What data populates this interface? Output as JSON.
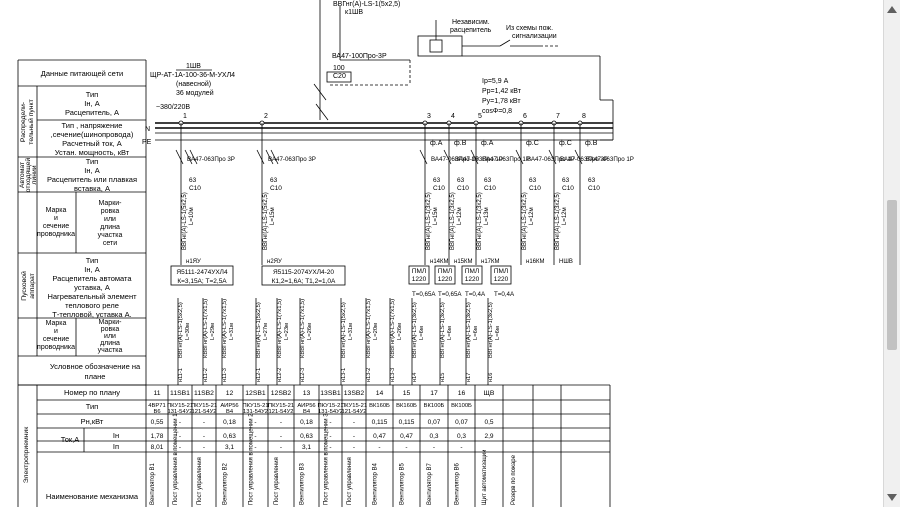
{
  "colors": {
    "line": "#000000",
    "scroll_track": "#f0f0f0",
    "scroll_thumb": "#c2c2c2"
  },
  "top": {
    "cable_in": "ВВГнг(А)-LS-1(5х2,5)",
    "cable_in_sub": "к1ШВ",
    "breaker_in": "ВА47-100Про-3Р",
    "breaker_in_rating": "100",
    "breaker_in_curve": "С20",
    "indep_release_1": "Независим.",
    "indep_release_2": "расцепитель",
    "fire_1": "Из схемы пож.",
    "fire_2": "сигнализации"
  },
  "panel": {
    "id": "1ШВ",
    "type": "ЩР-АТ-1А-100-36-М-УХЛ4",
    "mount": "(навесной)",
    "modules": "36 модулей",
    "voltage": "~380/220В",
    "bus_n": "N",
    "bus_pe": "PE"
  },
  "loads": {
    "ip": "Ip=5,9 А",
    "pp": "Pp=1,42 кВт",
    "py": "Py=1,78 кВт",
    "cos": "cosФ=0,8"
  },
  "left_rows": {
    "supply": "Данные питающей сети",
    "dist_title_1": "Распредели-",
    "dist_title_2": "тельный пункт",
    "dist_lines": [
      "Тип",
      "Iн, А",
      "Расцепитель, А"
    ],
    "bus_lines": [
      "Тип , напряжение",
      ",сечение(шинопровода)",
      "Расчетный ток, А",
      "Устан. мощность, кВт"
    ],
    "auto_title_1": "Автомат",
    "auto_title_2": "отходящей",
    "auto_title_3": "линии",
    "auto_lines": [
      "Тип",
      "Iн, А",
      "Расцепитель или плавкая",
      "вставка, А"
    ],
    "mark_1": "Марка",
    "mark_2": "и",
    "mark_3": "сечение",
    "mark_4": "проводника",
    "mark_sub_1": "Марки-",
    "mark_sub_2": "ровка",
    "mark_sub_3": "или",
    "mark_sub_4": "длина",
    "mark_sub_5": "участка",
    "mark_sub_6": "сети",
    "start_title_1": "Пусковой",
    "start_title_2": "аппарат",
    "start_lines": [
      "Тип",
      "Iн, А",
      "Расцепитель автомата",
      "уставка, А",
      "Нагревательный элемент",
      "теплового реле",
      "Т-тепловой, уставка А."
    ],
    "legend_1": "Условное обозначение на",
    "legend_2": "плане",
    "electro": "Электроприемник"
  },
  "feeders": [
    {
      "num": "1",
      "phase": "",
      "breaker": "ВА47-063Про 3Р",
      "rating": "63",
      "curve": "С10",
      "cable": "ВВГнг(А)-LS-1(5х2,5)",
      "len": "L=10м",
      "code": "н1ЯУ"
    },
    {
      "num": "2",
      "phase": "",
      "breaker": "ВА47-063Про 3Р",
      "rating": "63",
      "curve": "С10",
      "cable": "ВВГнг(А)-LS-1(5х2,5)",
      "len": "L=15м",
      "code": "н2ЯУ"
    },
    {
      "num": "3",
      "phase": "ф.А",
      "breaker": "ВА47-063Про 1Р",
      "rating": "63",
      "curve": "С10",
      "cable": "ВВГнг(А)-LS-1(3х2,5)",
      "len": "L=15м",
      "code": "н14КМ"
    },
    {
      "num": "4",
      "phase": "ф.В",
      "breaker": "ВА47-063Про 1Р",
      "rating": "63",
      "curve": "С10",
      "cable": "ВВГнг(А)-LS-1(3х2,5)",
      "len": "L=12м",
      "code": "н15КМ"
    },
    {
      "num": "5",
      "phase": "ф.А",
      "breaker": "ВА47-063Про 1Р",
      "rating": "63",
      "curve": "С10",
      "cable": "ВВГнг(А)-LS-1(3х2,5)",
      "len": "L=13м",
      "code": "н17КМ"
    },
    {
      "num": "6",
      "phase": "ф.С",
      "breaker": "ВА47-063Про 1Р",
      "rating": "63",
      "curve": "С10",
      "cable": "ВВГнг(А)-LS-1(3х2,5)",
      "len": "L=12м",
      "code": "н16КМ"
    },
    {
      "num": "7",
      "phase": "ф.С",
      "breaker": "ВА47-063Про 3Р",
      "rating": "63",
      "curve": "С10",
      "cable": "ВВГнг(А)-LS-1(3х2,5)",
      "len": "L=12м",
      "code": "НШВ"
    },
    {
      "num": "8",
      "phase": "ф.В",
      "breaker": "ВА47-063Про 1Р",
      "rating": "63",
      "curve": "С10",
      "cable": "",
      "len": "",
      "code": ""
    }
  ],
  "starters": [
    {
      "type": "Я5111-2474УХЛ4",
      "param": "К=3,15А;  Т=2,5А",
      "code": "н1ЯУ"
    },
    {
      "type": "Я5115-2074УХЛ4-20",
      "param": "К1,2=1,6А;  Т1,2=1,0А",
      "code": "н2ЯУ"
    }
  ],
  "contactors": [
    {
      "label": "ПМЛ",
      "num": "1220",
      "code": "14КМ",
      "relay": "Т=0,65А"
    },
    {
      "label": "ПМЛ",
      "num": "1220",
      "code": "15КМ",
      "relay": "Т=0,65А"
    },
    {
      "label": "ПМЛ",
      "num": "1220",
      "code": "17КМ",
      "relay": "Т=0,4А"
    },
    {
      "label": "ПМЛ",
      "num": "1220",
      "code": "16КМ",
      "relay": "Т=0,4А"
    }
  ],
  "sub_cables": [
    {
      "cable": "ВВГнг(А)-LS-1(5х2,5)",
      "len": "L=30м",
      "code": "н11-1"
    },
    {
      "cable": "КВВГнг(А)-LS-1(7х1,5)",
      "len": "L=29м",
      "code": "н11-2"
    },
    {
      "cable": "КВВГнг(А)-LS-1(7х1,5)",
      "len": "L=31м",
      "code": "н11-3"
    },
    {
      "cable": "ВВГнг(А)-LS-1(5х2,5)",
      "len": "L=27м",
      "code": "н12-1"
    },
    {
      "cable": "КВВГнг(А)-LS-1(7х1,5)",
      "len": "L=23м",
      "code": "н12-2"
    },
    {
      "cable": "КВВГнг(А)-LS-1(7х1,5)",
      "len": "L=26м",
      "code": "н12-3"
    },
    {
      "cable": "ВВГнг(А)-LS-1(5х2,5)",
      "len": "L=31м",
      "code": "н13-1"
    },
    {
      "cable": "КВВГнг(А)-LS-1(7х1,5)",
      "len": "L=20м",
      "code": "н13-2"
    },
    {
      "cable": "КВВГнг(А)-LS-1(7х1,5)",
      "len": "L=26м",
      "code": "н13-3"
    },
    {
      "cable": "ВВГнг(А)-LS-1(3х2,5)",
      "len": "L=6м",
      "code": "н14"
    },
    {
      "cable": "ВВГнг(А)-LS-1(3х2,5)",
      "len": "L=6м",
      "code": "н15"
    },
    {
      "cable": "ВВГнг(А)-LS-1(3х2,5)",
      "len": "L=6м",
      "code": "н17"
    },
    {
      "cable": "ВВГнг(А)-LS-1(3х2,5)",
      "len": "L=6м",
      "code": "н16"
    }
  ],
  "table": {
    "hdr_plan": "Номер по плану",
    "hdr_type": "Тип",
    "hdr_pn": "Pн,кВт",
    "hdr_tok": "Ток,А",
    "hdr_in": "Iн",
    "hdr_ip": "Iп",
    "hdr_name": "Наименование механизма",
    "cols": [
      {
        "plan": "11",
        "type1": "4ВР71",
        "type2": "В6",
        "pn": "0,55",
        "in": "1,78",
        "ip": "8,01",
        "name": "Вентилятор В1"
      },
      {
        "plan": "11SB1",
        "type1": "ПКУ15-21",
        "type2": "131-54У2",
        "pn": "-",
        "in": "-",
        "ip": "-",
        "name": "Пост управления в помещении 1"
      },
      {
        "plan": "11SB2",
        "type1": "ПКУ15-21",
        "type2": "121-54У2",
        "pn": "-",
        "in": "-",
        "ip": "-",
        "name": "Пост управления"
      },
      {
        "plan": "12",
        "type1": "АИР56",
        "type2": "В4",
        "pn": "0,18",
        "in": "0,63",
        "ip": "3,1",
        "name": "Вентилятор В2"
      },
      {
        "plan": "12SB1",
        "type1": "ПКУ15-21",
        "type2": "131-54У2",
        "pn": "-",
        "in": "-",
        "ip": "-",
        "name": "Пост управления в помещении 2"
      },
      {
        "plan": "12SB2",
        "type1": "ПКУ15-21",
        "type2": "121-54У2",
        "pn": "-",
        "in": "-",
        "ip": "-",
        "name": "Пост управления"
      },
      {
        "plan": "13",
        "type1": "АИР56",
        "type2": "В4",
        "pn": "0,18",
        "in": "0,63",
        "ip": "3,1",
        "name": "Вентилятор В3"
      },
      {
        "plan": "13SB1",
        "type1": "ПКУ15-21",
        "type2": "131-54У2",
        "pn": "-",
        "in": "-",
        "ip": "-",
        "name": "Пост управления в помещении 3"
      },
      {
        "plan": "13SB2",
        "type1": "ПКУ15-21",
        "type2": "121-54У2",
        "pn": "-",
        "in": "-",
        "ip": "-",
        "name": "Пост управления"
      },
      {
        "plan": "14",
        "type1": "ВК160Б",
        "type2": "",
        "pn": "0,115",
        "in": "0,47",
        "ip": "-",
        "name": "Вентилятор В4"
      },
      {
        "plan": "15",
        "type1": "ВК160Б",
        "type2": "",
        "pn": "0,115",
        "in": "0,47",
        "ip": "-",
        "name": "Вентилятор В5"
      },
      {
        "plan": "17",
        "type1": "ВК100Б",
        "type2": "",
        "pn": "0,07",
        "in": "0,3",
        "ip": "-",
        "name": "Вентилятор В7"
      },
      {
        "plan": "16",
        "type1": "ВК100Б",
        "type2": "",
        "pn": "0,07",
        "in": "0,3",
        "ip": "-",
        "name": "Вентилятор В6"
      },
      {
        "plan": "ЩВ",
        "type1": "",
        "type2": "",
        "pn": "0,5",
        "in": "2,9",
        "ip": "",
        "name": "Щит автоматизации"
      },
      {
        "plan": "",
        "type1": "",
        "type2": "",
        "pn": "",
        "in": "",
        "ip": "",
        "name": "Резерв по пожаре"
      }
    ]
  }
}
